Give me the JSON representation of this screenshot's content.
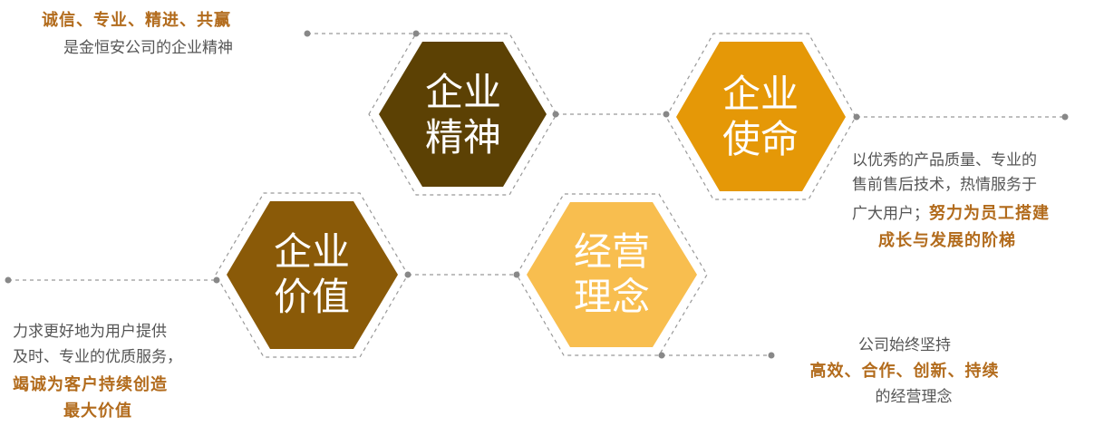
{
  "hexagons": [
    {
      "key": "spirit",
      "line1": "企业",
      "line2": "精神",
      "color": "#5c4104"
    },
    {
      "key": "mission",
      "line1": "企业",
      "line2": "使命",
      "color": "#e59807"
    },
    {
      "key": "value",
      "line1": "企业",
      "line2": "价值",
      "color": "#8a5a08"
    },
    {
      "key": "philosophy",
      "line1": "经营",
      "line2": "理念",
      "color": "#f8be4f"
    }
  ],
  "spirit_text": {
    "highlight": "诚信、专业、精进、共赢",
    "line": "是金恒安公司的企业精神"
  },
  "mission_text": {
    "line1": "以优秀的产品质量、专业的",
    "line2": "售前售后技术，热情服务于",
    "line3_normal": "广大用户；",
    "line3_highlight": "努力为员工搭建",
    "line4_highlight": "成长与发展的阶梯"
  },
  "value_text": {
    "line1": "力求更好地为用户提供",
    "line2": "及时、专业的优质服务，",
    "line3_highlight": "竭诚为客户持续创造",
    "line4_highlight": "最大价值"
  },
  "philosophy_text": {
    "line1": "公司始终坚持",
    "line2_highlight": "高效、合作、创新、持续",
    "line3": "的经营理念"
  },
  "colors": {
    "highlight": "#b26b1c",
    "text": "#555555",
    "line": "#999999",
    "dot": "#888888"
  }
}
